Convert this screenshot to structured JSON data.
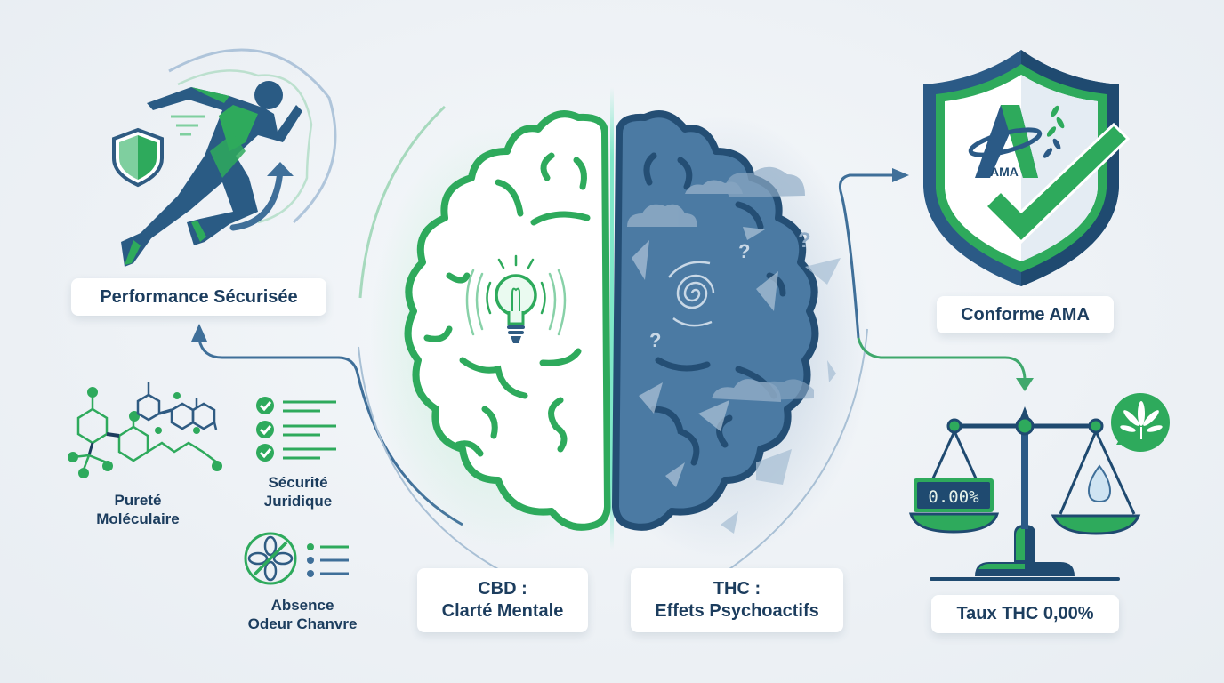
{
  "colors": {
    "green": "#2eaa5c",
    "navy": "#1c3d5e",
    "steel": "#3f6f99",
    "background": "#eef2f6"
  },
  "left_panel": {
    "performance_label": "Performance Sécurisée",
    "purity_label_line1": "Pureté",
    "purity_label_line2": "Moléculaire",
    "legal_label_line1": "Sécurité",
    "legal_label_line2": "Juridique",
    "odor_label_line1": "Absence",
    "odor_label_line2": "Odeur Chanvre"
  },
  "center_panel": {
    "cbd_line1": "CBD :",
    "cbd_line2": "Clarté Mentale",
    "thc_line1": "THC :",
    "thc_line2": "Effets Psychoactifs"
  },
  "right_panel": {
    "ama_badge_text": "AMA",
    "ama_label": "Conforme AMA",
    "scale_display": "0.00%",
    "thc_rate_label": "Taux THC 0,00%"
  }
}
